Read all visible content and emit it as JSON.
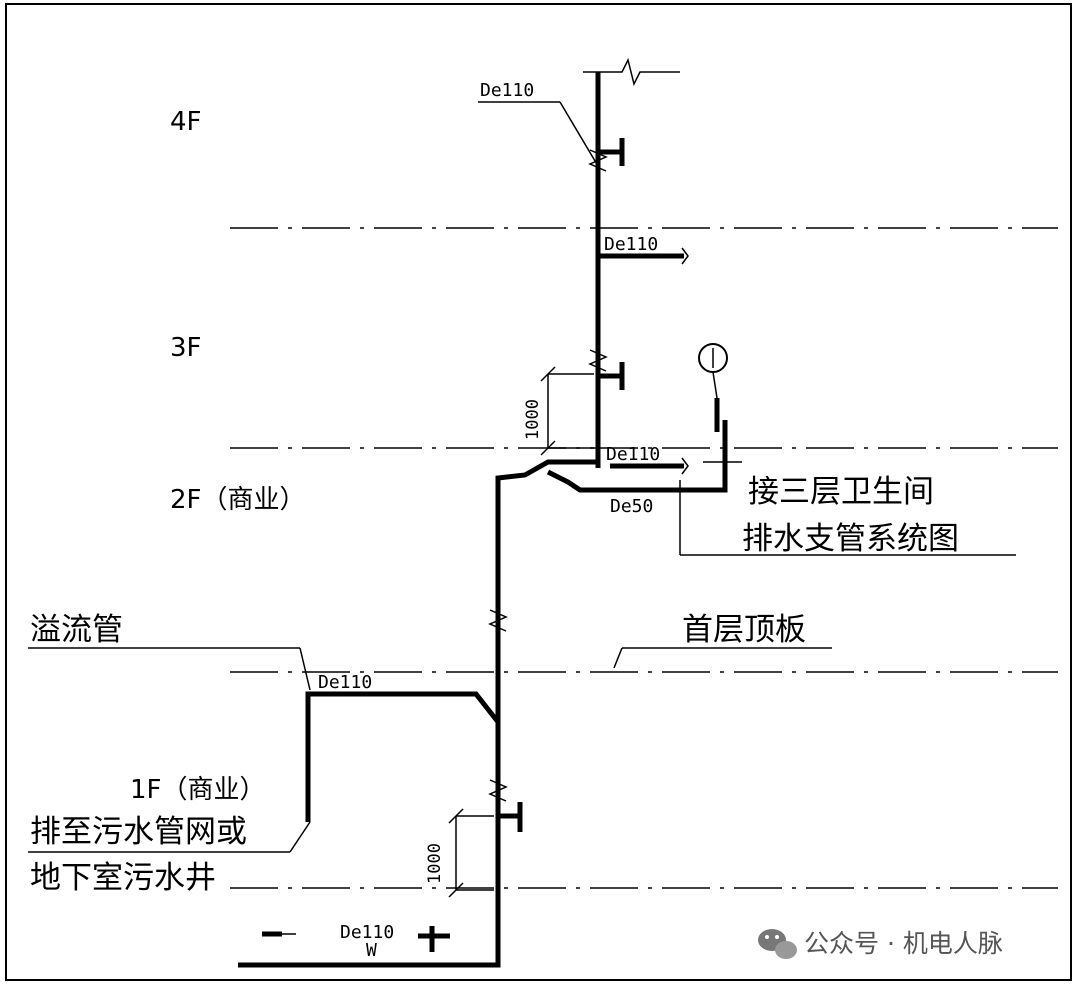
{
  "floors": {
    "f4": "4F",
    "f3": "3F",
    "f2": "2F（商业）",
    "f1": "1F（商业）"
  },
  "pipe_sizes": {
    "de110": "De110",
    "de50": "De50"
  },
  "dimensions": {
    "upper": "1000",
    "lower": "1000"
  },
  "notes": {
    "branch_line1": "接三层卫生间",
    "branch_line2": "排水支管系统图",
    "ceiling": "首层顶板",
    "overflow": "溢流管",
    "discharge_line1": "排至污水管网或",
    "discharge_line2": "地下室污水井"
  },
  "symbols": {
    "w_marker": "W"
  },
  "watermark": {
    "label": "公众号 · 机电人脉",
    "icon": "wechat-icon"
  }
}
